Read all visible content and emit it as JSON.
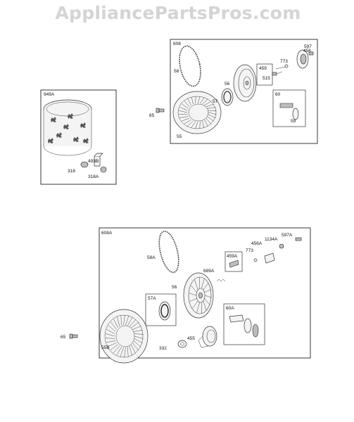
{
  "watermark": "AppliancePartsPros.com",
  "assemblies": [
    {
      "box_label": "608",
      "parts": [
        "58",
        "456",
        "597",
        "773",
        "459",
        "515",
        "56",
        "57",
        "60",
        "59",
        "65",
        "55"
      ]
    },
    {
      "box_label": "949A",
      "parts": [
        "493B",
        "318",
        "318A"
      ]
    },
    {
      "box_label": "608A",
      "parts": [
        "597A",
        "1134A",
        "456A",
        "773",
        "58A",
        "689A",
        "459A",
        "56",
        "57A",
        "60A",
        "65",
        "55B",
        "332",
        "455"
      ]
    }
  ],
  "subassemblies": {
    "a608_459": "459",
    "a608_60": "60",
    "a608A_459A": "459A",
    "a608A_57A": "57A",
    "a608A_60A": "60A"
  }
}
